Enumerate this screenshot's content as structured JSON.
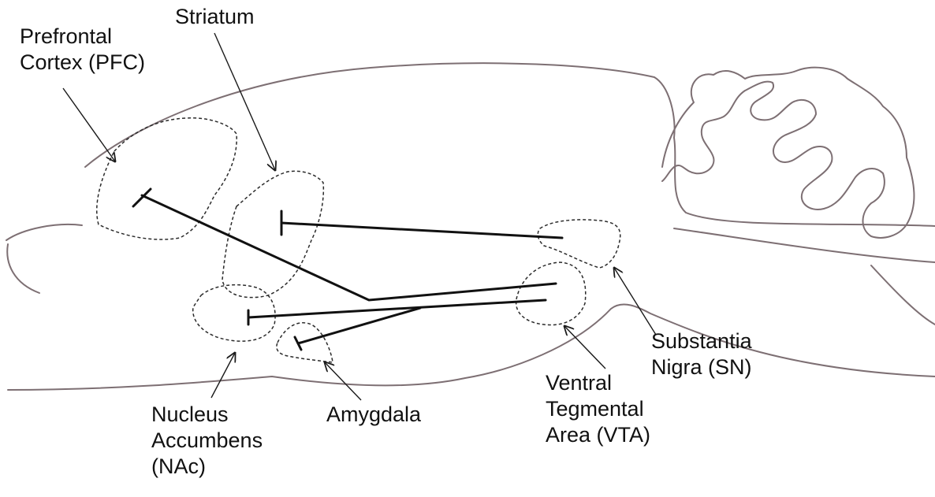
{
  "labels": {
    "pfc": [
      "Prefrontal",
      "Cortex (PFC)"
    ],
    "striatum": [
      "Striatum"
    ],
    "nac": [
      "Nucleus",
      "Accumbens",
      "(NAc)"
    ],
    "amygdala": [
      "Amygdala"
    ],
    "vta": [
      "Ventral",
      "Tegmental",
      "Area (VTA)"
    ],
    "sn": [
      "Substantia",
      "Nigra (SN)"
    ]
  },
  "colors": {
    "outline": "#7d6f73",
    "region": "#2b2b2b",
    "pathway": "#111111",
    "arrow": "#1a1a1a"
  }
}
